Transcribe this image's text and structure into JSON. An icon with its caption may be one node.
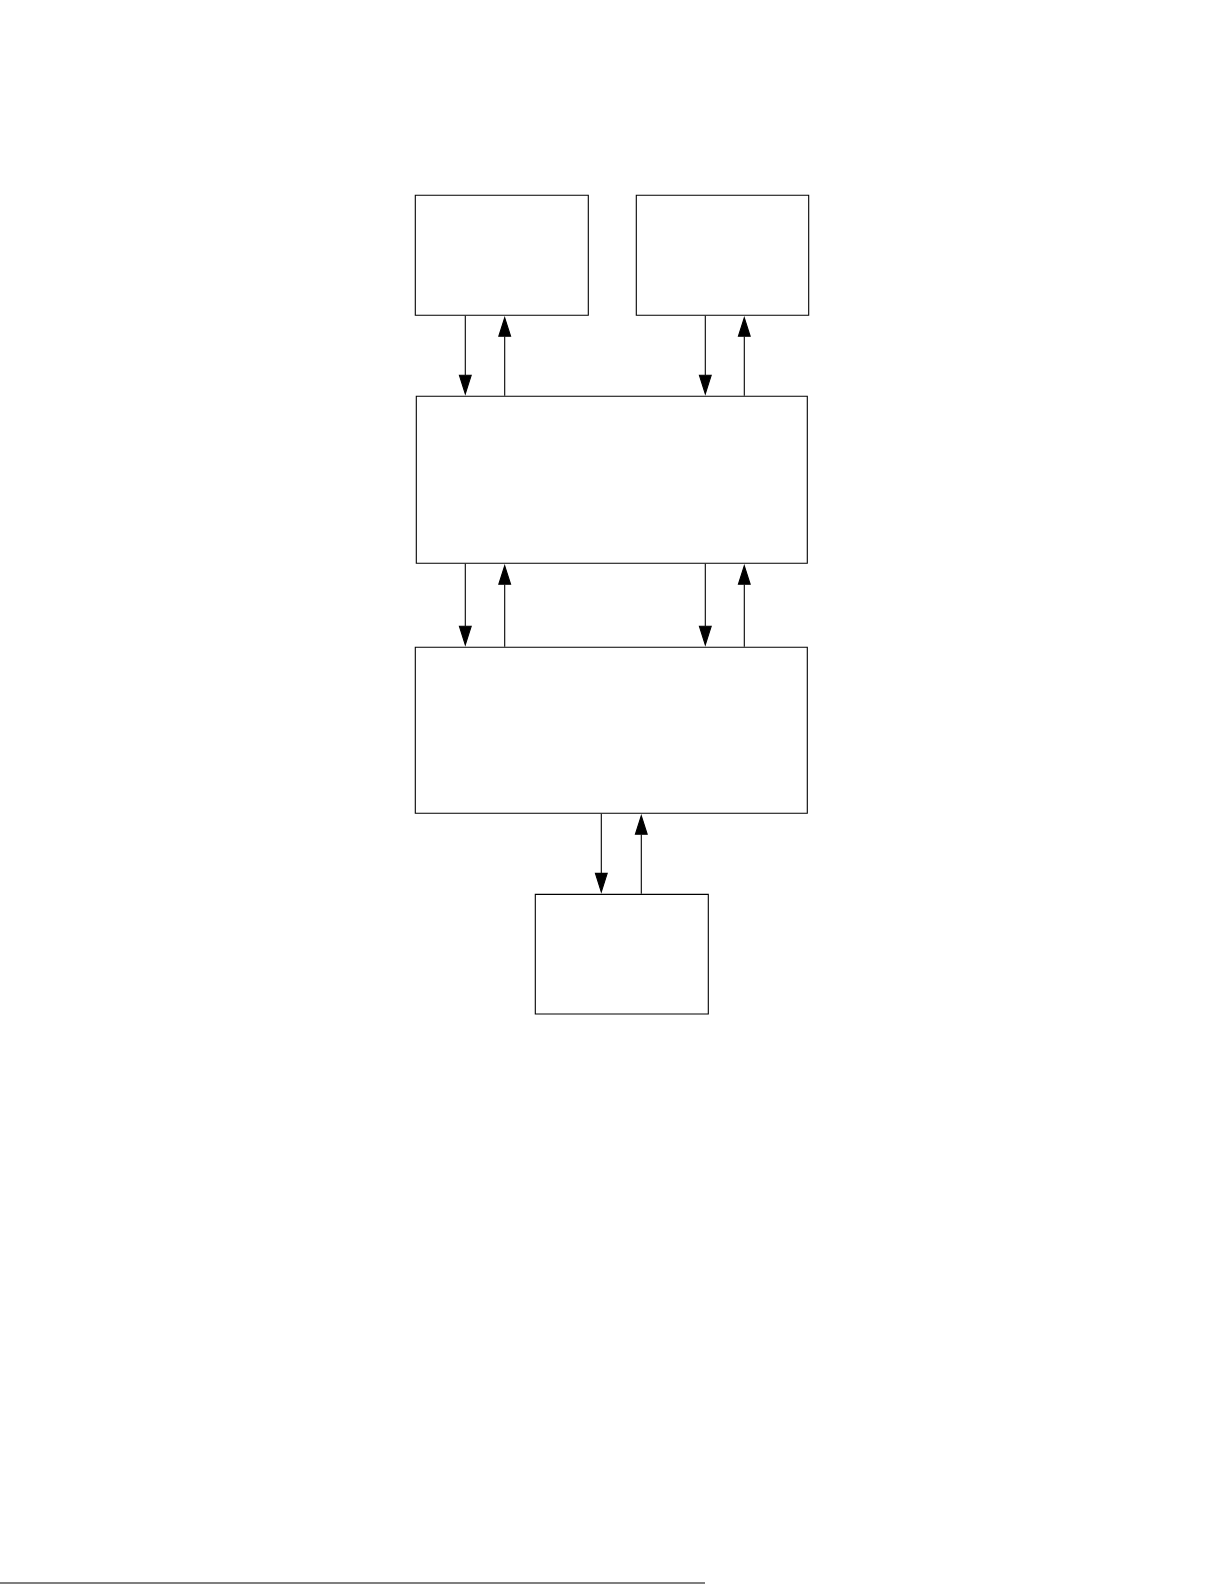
{
  "diagram": {
    "nodes": [
      {
        "text": [],
        "shape": "box"
      },
      {
        "text": [],
        "shape": "box"
      },
      {
        "text": [],
        "shape": "box"
      },
      {
        "text": [],
        "shape": "box"
      },
      {
        "text": [],
        "shape": "box"
      }
    ],
    "edges": [
      {
        "from": 0,
        "to": 2,
        "arrow": "to"
      },
      {
        "from": 2,
        "to": 0,
        "arrow": "to"
      },
      {
        "from": 1,
        "to": 2,
        "arrow": "to"
      },
      {
        "from": 2,
        "to": 1,
        "arrow": "to"
      },
      {
        "from": 2,
        "to": 3,
        "arrow": "to"
      },
      {
        "from": 3,
        "to": 2,
        "arrow": "to"
      },
      {
        "from": 2,
        "to": 3,
        "arrow": "to"
      },
      {
        "from": 3,
        "to": 2,
        "arrow": "to"
      },
      {
        "from": 3,
        "to": 4,
        "arrow": "to"
      },
      {
        "from": 4,
        "to": 3,
        "arrow": "to"
      }
    ]
  }
}
